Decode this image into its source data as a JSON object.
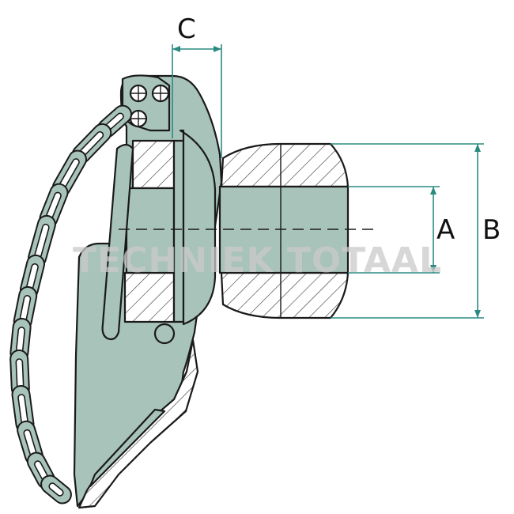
{
  "labels": {
    "a": "A",
    "b": "B",
    "c": "C"
  },
  "watermark": "TECHNIEK TOTAAL",
  "colors": {
    "part_fill": "#a8c3b9",
    "outline": "#1a1a1a",
    "dimension_line": "#2a8a80",
    "watermark": "#c9c9c9"
  }
}
